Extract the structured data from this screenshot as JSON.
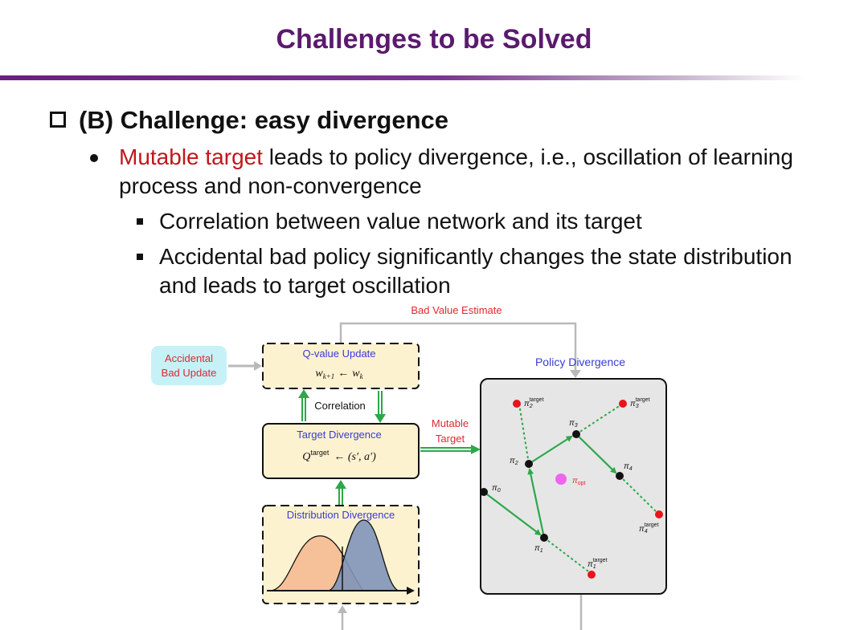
{
  "slide": {
    "title": "Challenges to be Solved",
    "heading": "(B) Challenge: easy divergence",
    "bullet": {
      "highlight": "Mutable target",
      "rest": " leads to policy divergence, i.e., oscillation of learning process and non-convergence"
    },
    "sub_bullets": [
      "Correlation between value network and its target",
      "Accidental bad policy significantly changes the state distribution and leads to target oscillation"
    ]
  },
  "diagram": {
    "bad_value_estimate": "Bad Value Estimate",
    "accidental_line1": "Accidental",
    "accidental_line2": "Bad Update",
    "qvalue_title": "Q-value Update",
    "qvalue_formula_lhs": "w",
    "qvalue_formula_lhs_sub": "k+1",
    "qvalue_formula_arrow": "←",
    "qvalue_formula_rhs": "w",
    "qvalue_formula_rhs_sub": "k",
    "correlation": "Correlation",
    "target_div_title": "Target Divergence",
    "target_formula_q": "Q",
    "target_formula_sup": "target",
    "target_formula_rest": "← (s′, a′)",
    "mutable_line1": "Mutable",
    "mutable_line2": "Target",
    "dist_div_title": "Distribution Divergence",
    "policy_div_title": "Policy Divergence",
    "pi": "π",
    "target_sup": "target",
    "pi_labels": {
      "pi0": "0",
      "pi1": "1",
      "pi2": "2",
      "pi3": "3",
      "pi4": "4",
      "opt": "opt"
    },
    "colors": {
      "red_text": "#e0282e",
      "blue_text": "#3a3ad8",
      "box_fill": "#fdf2d0",
      "green_arrow": "#2ca84a",
      "accidental_fill": "#c6f1f7",
      "panel_fill": "#e6e6e6",
      "red_dot": "#e8141c",
      "opt_dot": "#ee66ee",
      "orange_curve": "#f6c199",
      "blue_curve": "#7f95b8"
    }
  }
}
